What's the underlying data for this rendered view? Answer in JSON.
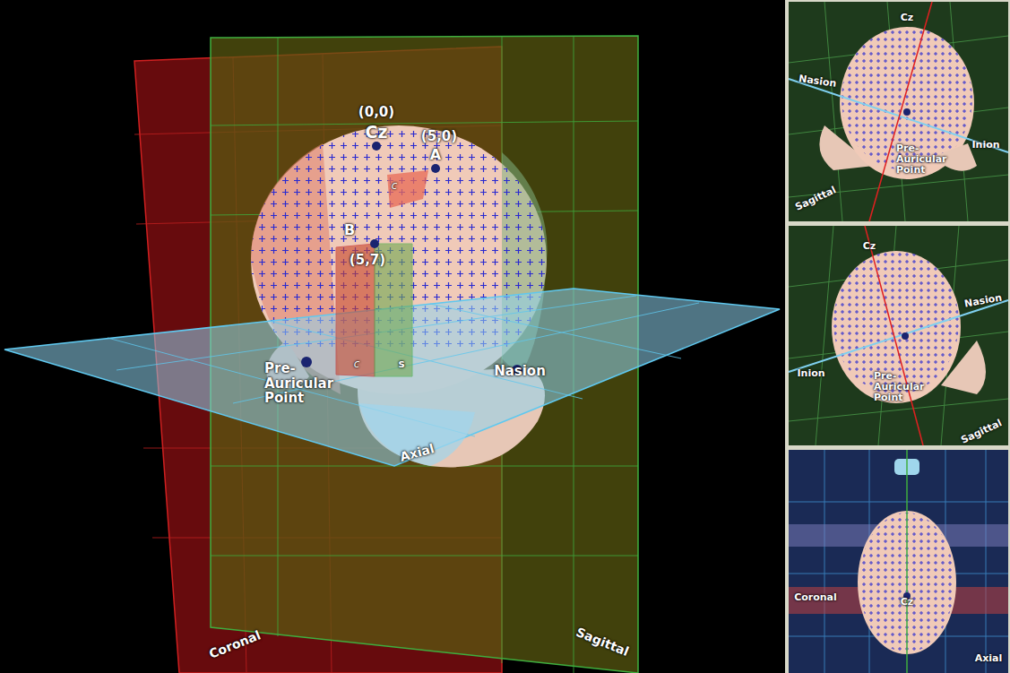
{
  "diagram": {
    "labels": [
      "(0,0)",
      "Cz",
      "(5,0)",
      "A",
      "c",
      "B",
      "(5,7)",
      "c",
      "s",
      "Pre-Auricular Point",
      "Nasion",
      "Axial",
      "Coronal",
      "Sagittal",
      "Cz",
      "Nasion",
      "Inion",
      "Pre-Auricular Point",
      "Sagittal",
      "Cz",
      "Nasion",
      "Inion",
      "Pre-Auricular Point",
      "Sagittal",
      "Coronal",
      "Cz",
      "Axial"
    ]
  }
}
